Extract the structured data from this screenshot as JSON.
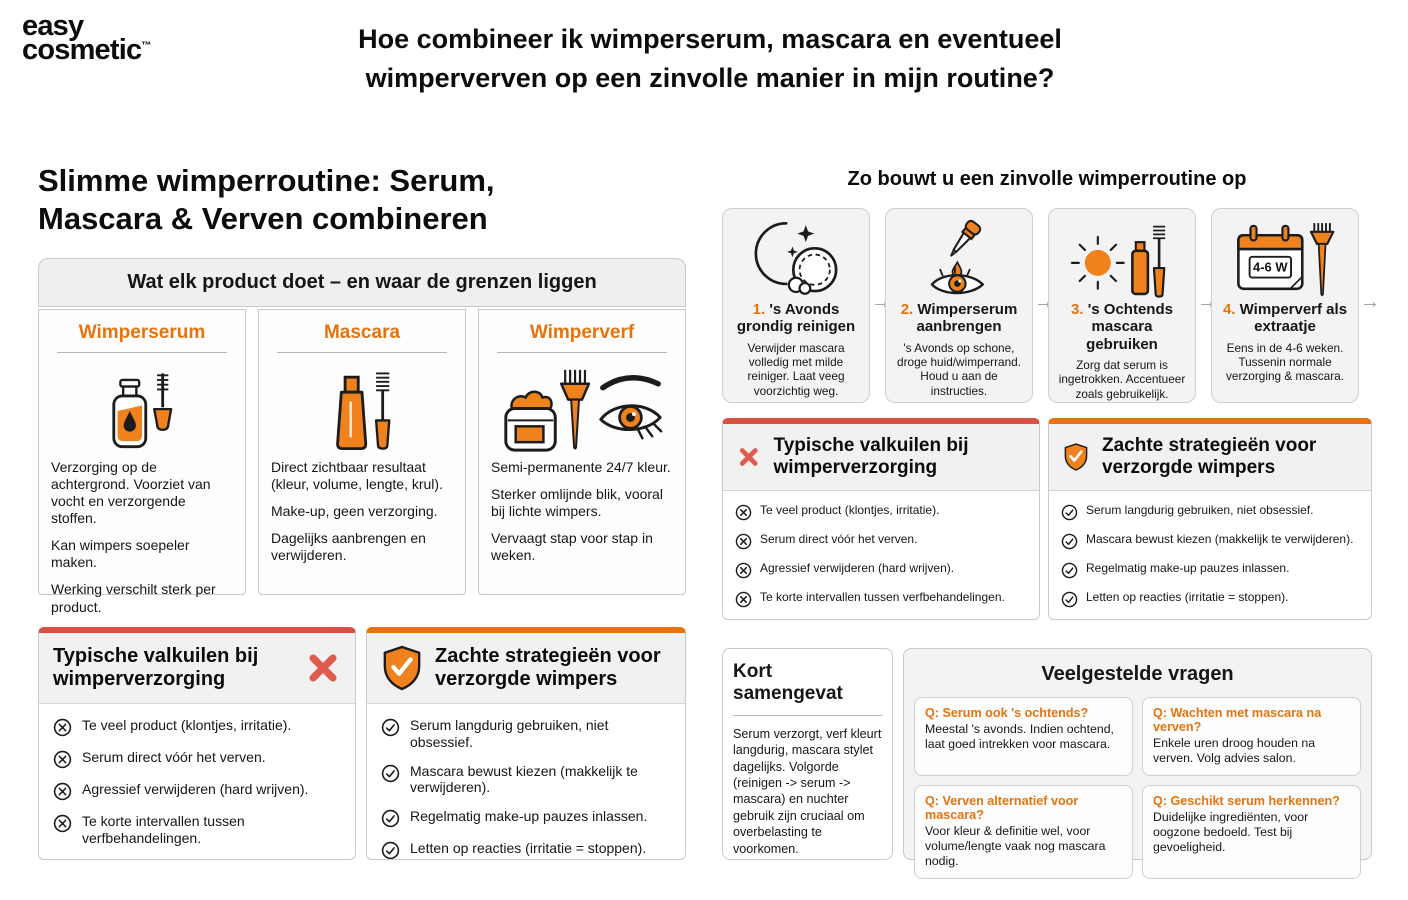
{
  "brand": {
    "name_line1": "easy",
    "name_line2": "cosmetic",
    "trademark": "™"
  },
  "header": {
    "title_line1": "Hoe combineer ik wimperserum, mascara en eventueel",
    "title_line2": "wimperverven op een zinvolle manier in mijn routine?"
  },
  "colors": {
    "accent_orange": "#E8720C",
    "icon_orange_fill": "#F0821E",
    "alert_red": "#E05B4D",
    "panel_red_border": "#D95043",
    "card_gray": "#F3F3F3",
    "border_gray": "#C9C9C9"
  },
  "icons": {
    "arrow_right": "→",
    "x_mark": "✕",
    "check_mark": "✓"
  },
  "left": {
    "heading_line1": "Slimme wimperroutine: Serum,",
    "heading_line2": "Mascara & Verven combineren",
    "products": {
      "header": "Wat elk product doet – en waar de grenzen liggen",
      "columns": [
        {
          "title": "Wimperserum",
          "paragraphs": [
            "Verzorging op de achtergrond. Voorziet van vocht en verzorgende stoffen.",
            "Kan wimpers soepeler maken.",
            "Werking verschilt sterk per product."
          ]
        },
        {
          "title": "Mascara",
          "paragraphs": [
            "Direct zichtbaar resultaat (kleur, volume, lengte, krul).",
            "Make-up, geen verzorging.",
            "Dagelijks aanbrengen en verwijderen."
          ]
        },
        {
          "title": "Wimperverf",
          "paragraphs": [
            "Semi-permanente 24/7 kleur.",
            "Sterker omlijnde blik, vooral bij lichte wimpers.",
            "Vervaagt stap voor stap in weken."
          ]
        }
      ]
    }
  },
  "pitfalls": {
    "title": "Typische valkuilen bij wimperverzorging",
    "items": [
      "Te veel product (klontjes, irritatie).",
      "Serum direct vóór het verven.",
      "Agressief verwijderen (hard wrijven).",
      "Te korte intervallen tussen verfbehandelingen."
    ]
  },
  "strategies": {
    "title": "Zachte strategieën voor verzorgde wimpers",
    "items": [
      "Serum langdurig gebruiken, niet obsessief.",
      "Mascara bewust kiezen (makkelijk te verwijderen).",
      "Regelmatig make-up pauzes inlassen.",
      "Letten op reacties (irritatie = stoppen)."
    ]
  },
  "right": {
    "heading": "Zo bouwt u een zinvolle wimperroutine op",
    "steps": [
      {
        "number": "1.",
        "title": "'s Avonds grondig reinigen",
        "text": "Verwijder mascara volledig met milde reiniger. Laat veeg voorzichtig weg."
      },
      {
        "number": "2.",
        "title": "Wimperserum aanbrengen",
        "text": "'s Avonds op schone, droge huid/wimperrand. Houd u aan de instructies."
      },
      {
        "number": "3.",
        "title": "'s Ochtends mascara gebruiken",
        "text": "Zorg dat serum is ingetrokken. Accentueer zoals gebruikelijk."
      },
      {
        "number": "4.",
        "title": "Wimperverf als extraatje",
        "text": "Eens in de 4-6 weken. Tussenin normale verzorging & mascara.",
        "calendar_label": "4-6 W"
      }
    ],
    "summary": {
      "title": "Kort samengevat",
      "text": "Serum verzorgt, verf kleurt langdurig, mascara stylet dagelijks. Volgorde (reinigen -> serum -> mascara) en nuchter gebruik zijn cruciaal om overbelasting te voorkomen."
    },
    "faq": {
      "title": "Veelgestelde vragen",
      "items": [
        {
          "q": "Q: Serum ook 's ochtends?",
          "a": "Meestal 's avonds. Indien ochtend, laat goed intrekken voor mascara."
        },
        {
          "q": "Q: Wachten met mascara na verven?",
          "a": "Enkele uren droog houden na verven. Volg advies salon."
        },
        {
          "q": "Q: Verven alternatief voor mascara?",
          "a": "Voor kleur & definitie wel, voor volume/lengte vaak nog mascara nodig."
        },
        {
          "q": "Q: Geschikt serum herkennen?",
          "a": "Duidelijke ingrediënten, voor oogzone bedoeld. Test bij gevoeligheid."
        }
      ]
    }
  }
}
